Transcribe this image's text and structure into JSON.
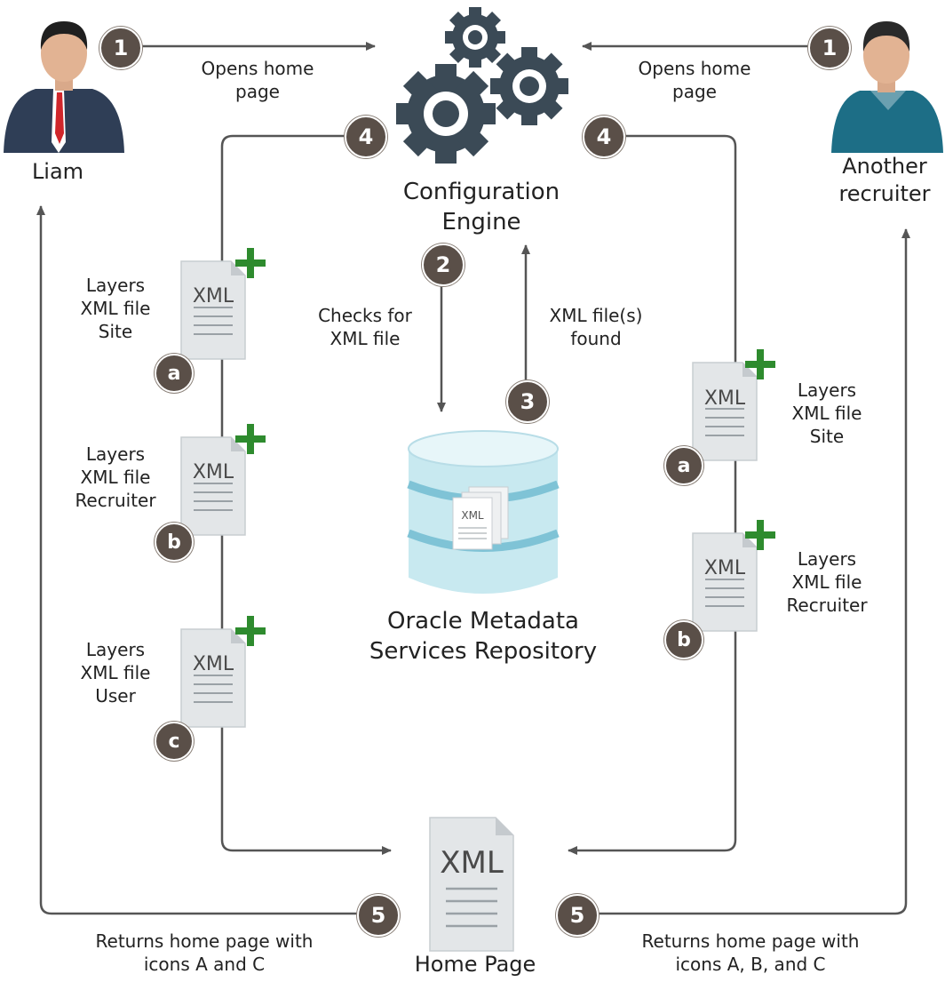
{
  "colors": {
    "line": "#555555",
    "gear": "#3b4a56",
    "badge": "#5a4f48",
    "plus": "#2e8b2e",
    "doc": "#e3e6e8",
    "repo": "#b9e2ec"
  },
  "actors": {
    "left": {
      "name": "Liam"
    },
    "right": {
      "name": "Another\nrecruiter"
    }
  },
  "engine": {
    "label": "Configuration\nEngine"
  },
  "repository": {
    "label": "Oracle Metadata\nServices Repository",
    "doc_text": "XML"
  },
  "home_page": {
    "label": "Home Page",
    "doc_text": "XML"
  },
  "steps": {
    "s1_left": {
      "number": "1",
      "label": "Opens home\npage"
    },
    "s1_right": {
      "number": "1",
      "label": "Opens home\npage"
    },
    "s2": {
      "number": "2",
      "label": "Checks for\nXML file"
    },
    "s3": {
      "number": "3",
      "label": "XML file(s)\nfound"
    },
    "s4_left": {
      "number": "4"
    },
    "s4_right": {
      "number": "4"
    },
    "s5_left": {
      "number": "5",
      "label": "Returns home page with\nicons A and C"
    },
    "s5_right": {
      "number": "5",
      "label": "Returns home page with\nicons A, B, and C"
    }
  },
  "left_layers": [
    {
      "letter": "a",
      "doc_text": "XML",
      "label": "Layers\nXML file\nSite"
    },
    {
      "letter": "b",
      "doc_text": "XML",
      "label": "Layers\nXML file\nRecruiter"
    },
    {
      "letter": "c",
      "doc_text": "XML",
      "label": "Layers\nXML file\nUser"
    }
  ],
  "right_layers": [
    {
      "letter": "a",
      "doc_text": "XML",
      "label": "Layers\nXML file\nSite"
    },
    {
      "letter": "b",
      "doc_text": "XML",
      "label": "Layers\nXML file\nRecruiter"
    }
  ]
}
